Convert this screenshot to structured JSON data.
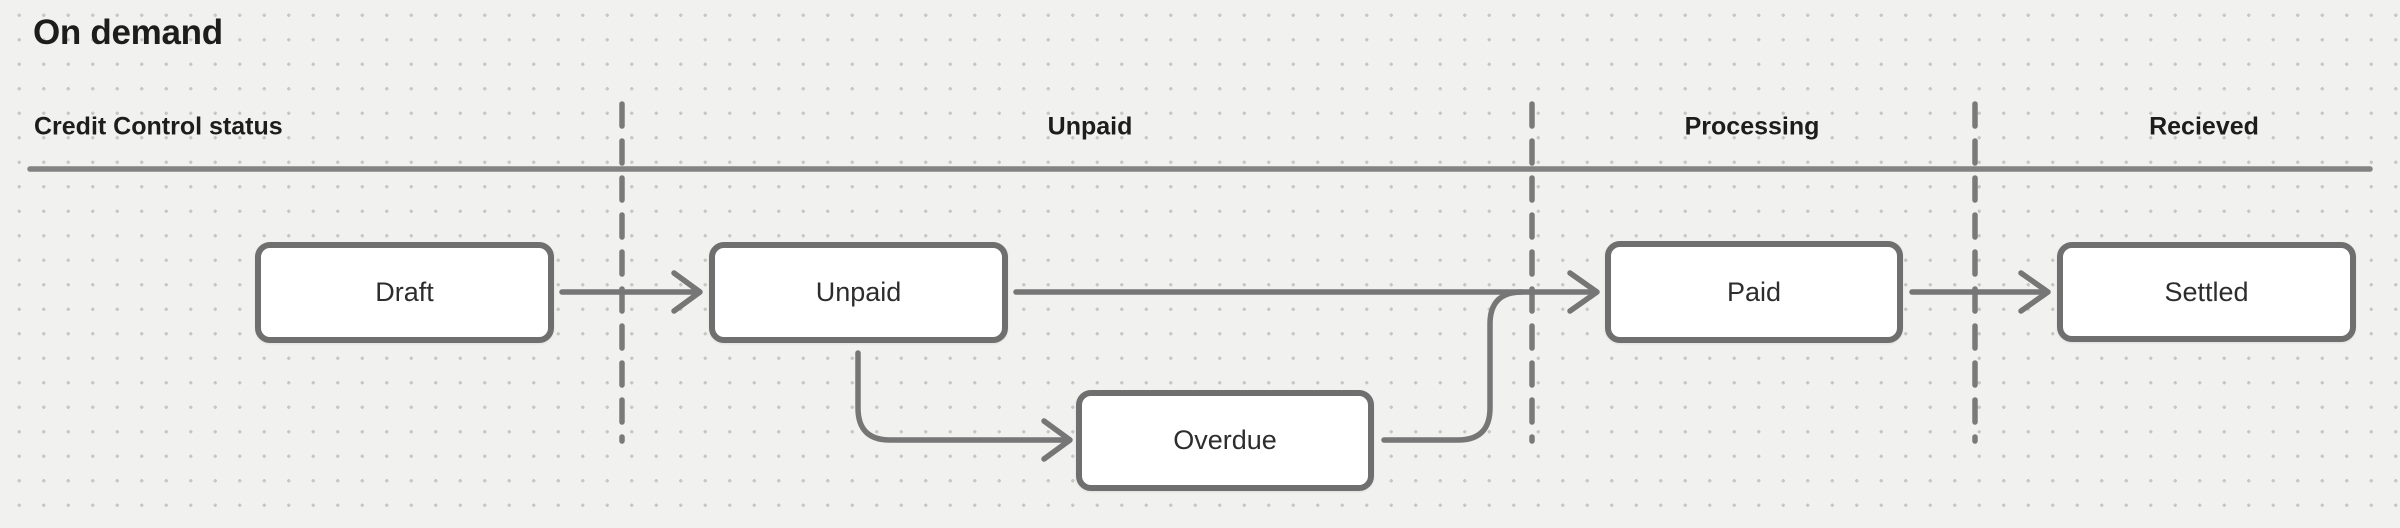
{
  "app": {
    "title": "On demand"
  },
  "lanes": [
    {
      "label": "Credit Control status"
    },
    {
      "label": "Unpaid"
    },
    {
      "label": "Processing"
    },
    {
      "label": "Recieved"
    }
  ],
  "nodes": [
    {
      "id": "draft",
      "label": "Draft"
    },
    {
      "id": "unpaid",
      "label": "Unpaid"
    },
    {
      "id": "overdue",
      "label": "Overdue"
    },
    {
      "id": "paid",
      "label": "Paid"
    },
    {
      "id": "settled",
      "label": "Settled"
    }
  ],
  "edges": [
    {
      "from": "draft",
      "to": "unpaid",
      "type": "arrow-right"
    },
    {
      "from": "unpaid",
      "to": "paid",
      "type": "arrow-right-long"
    },
    {
      "from": "unpaid",
      "to": "overdue",
      "type": "arrow-down-right"
    },
    {
      "from": "overdue",
      "to": "paid",
      "type": "curve-up-merge"
    },
    {
      "from": "paid",
      "to": "settled",
      "type": "arrow-right"
    }
  ],
  "colors": {
    "background": "#f1f1ef",
    "dot_grid": "#c7c7c5",
    "connector_stroke": "#767676",
    "divider_stroke": "#7a7a7a",
    "timeline_rule": "#838383",
    "node_border": "#6f6f6f",
    "node_fill": "#ffffff",
    "heading_text": "#1d1d1d",
    "node_text": "#2d2d2d"
  }
}
